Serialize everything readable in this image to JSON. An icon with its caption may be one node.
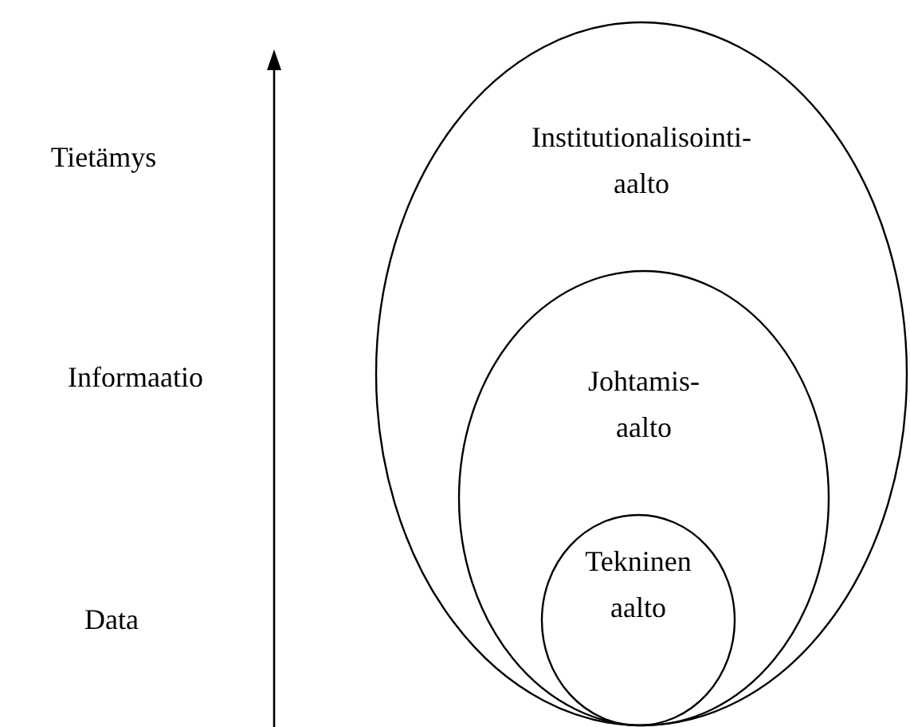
{
  "diagram": {
    "nodes": [
      {
        "text": [
          "Institutionalisointi- aalto"
        ]
      },
      {
        "text": [
          "Johtamis- aalto"
        ],
        "in": 0
      },
      {
        "text": [
          "Tekninen aalto"
        ],
        "in": 1
      }
    ],
    "labels": [
      "Tietämys",
      "Informaatio",
      "Data"
    ]
  }
}
